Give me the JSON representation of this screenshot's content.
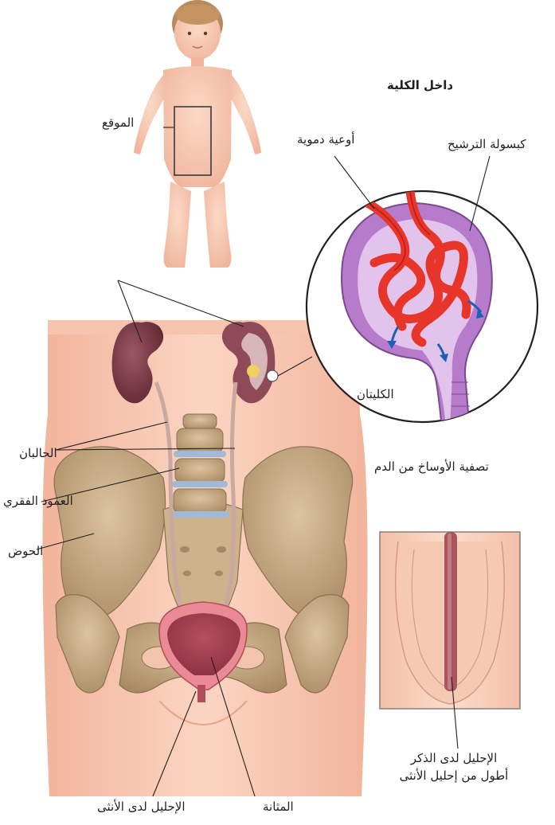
{
  "labels": {
    "location": "الموقع",
    "inside_kidney": "داخل الكلية",
    "blood_vessels": "أوعية دموية",
    "filtration_capsule": "كبسولة الترشيح",
    "kidneys": "الكليتان",
    "ureters": "الحالبان",
    "spine": "العمود الفقري",
    "pelvis": "الحوض",
    "filtering": "تصفية الأوساخ من الدم",
    "female_urethra": "الإحليل لدى الأنثى",
    "bladder": "المثانة",
    "male_urethra_line1": "الإحليل لدى الذكر",
    "male_urethra_line2": "أطول من إحليل الأنثى"
  },
  "colors": {
    "skin": "#f7cbb5",
    "skin_dark": "#eaa98f",
    "kidney": "#7a3a44",
    "bone": "#c7ad86",
    "disc": "#9fb9d6",
    "bladder": "#e07a86",
    "capsule": "#b07ac6",
    "vessel": "#e8352a",
    "arrow": "#1f5fb5"
  },
  "icons": [
    "child-figure",
    "glomerulus-magnifier",
    "urinary-system",
    "male-urethra-inset"
  ]
}
